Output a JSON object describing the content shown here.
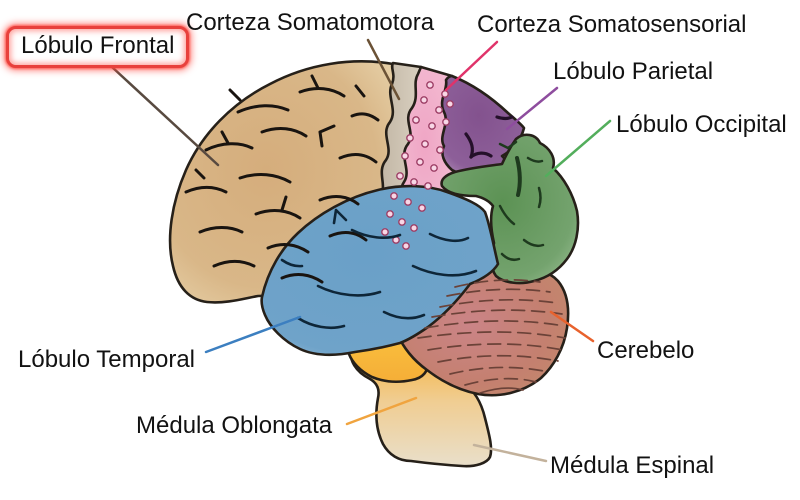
{
  "background": "#ffffff",
  "labels": {
    "frontal": {
      "text": "Lóbulo Frontal",
      "highlighted": true
    },
    "somatomotora": {
      "text": "Corteza Somatomotora"
    },
    "somatosensorial": {
      "text": "Corteza Somatosensorial"
    },
    "parietal": {
      "text": "Lóbulo Parietal"
    },
    "occipital": {
      "text": "Lóbulo Occipital"
    },
    "temporal": {
      "text": "Lóbulo Temporal"
    },
    "cerebelo": {
      "text": "Cerebelo"
    },
    "oblongata": {
      "text": "Médula Oblongata"
    },
    "espinal": {
      "text": "Médula Espinal"
    }
  },
  "regions": [
    {
      "name": "lobulo-frontal",
      "label": "Lóbulo Frontal",
      "fill": "#d9b585",
      "leader_color": "#584a40"
    },
    {
      "name": "corteza-somatomotora",
      "label": "Corteza Somatomotora",
      "fill": "#c9bca9",
      "leader_color": "#6b5236"
    },
    {
      "name": "corteza-somatosensorial",
      "label": "Corteza Somatosensorial",
      "fill": "#f0abc8",
      "leader_color": "#e0336a"
    },
    {
      "name": "lobulo-parietal",
      "label": "Lóbulo Parietal",
      "fill": "#8d5f99",
      "leader_color": "#8e4d9e"
    },
    {
      "name": "lobulo-occipital",
      "label": "Lóbulo Occipital",
      "fill": "#74a36e",
      "leader_color": "#53ae5c"
    },
    {
      "name": "lobulo-temporal",
      "label": "Lóbulo Temporal",
      "fill": "#6fa3c9",
      "leader_color": "#3c7fc0"
    },
    {
      "name": "cerebelo",
      "label": "Cerebelo",
      "fill": "#c4806f",
      "leader_color": "#e8622d"
    },
    {
      "name": "medula-oblongata",
      "label": "Médula Oblongata",
      "fill": "#f7b83d",
      "leader_color": "#f0a43f"
    },
    {
      "name": "medula-espinal",
      "label": "Médula Espinal",
      "fill": "#e7dcc6",
      "leader_color": "#c3b29c"
    }
  ],
  "highlight_box": {
    "border_color": "#e8403c",
    "glow_color": "rgba(255,70,60,0.55)",
    "text_color": "#121212"
  }
}
